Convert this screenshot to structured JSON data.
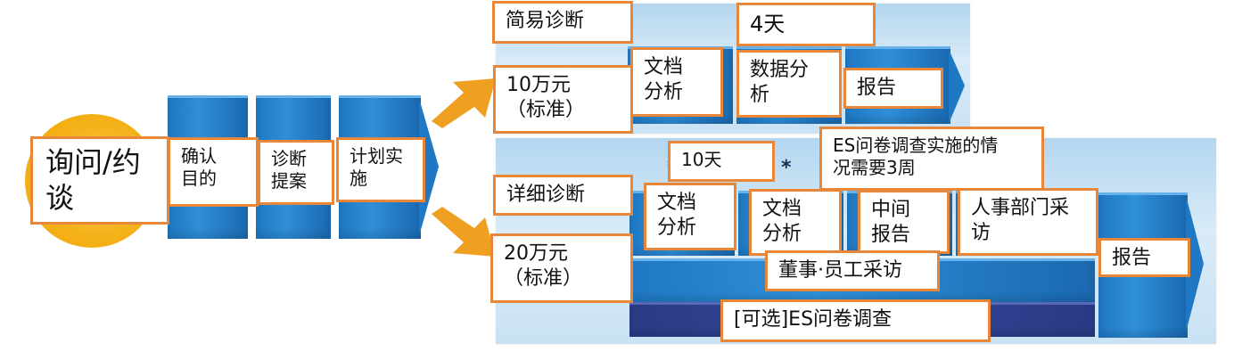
{
  "start": {
    "inquiry_label": "询问/约\n谈",
    "confirm_label": "确认\n目的",
    "proposal_label": "诊断\n提案",
    "plan_label": "计划实\n施"
  },
  "simple": {
    "title": "简易诊断",
    "duration": "4天",
    "price": "10万元\n（标准）",
    "steps": [
      "文档\n分析",
      "数据分\n析",
      "报告"
    ]
  },
  "detailed": {
    "title": "详细诊断",
    "duration": "10天",
    "es_note": "ES问卷调查实施的情\n况需要3周",
    "price": "20万元\n（标准）",
    "steps": [
      "文档\n分析",
      "文档\n分析",
      "中间\n报告",
      "人事部门采\n访",
      "报告"
    ],
    "interview": "董事·员工采访",
    "optional": "[可选]ES问卷调查"
  },
  "colors": {
    "accent_border": "#e8873a",
    "arrow": "#f0a020",
    "block_blue": "#1f78c3",
    "block_dark": "#2a3b86",
    "sun": "#f5b21b"
  }
}
